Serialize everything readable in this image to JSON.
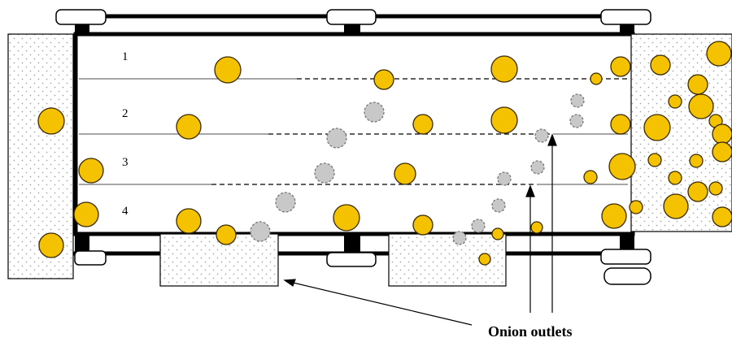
{
  "diagram": {
    "lanes": [
      {
        "label": "1"
      },
      {
        "label": "2"
      },
      {
        "label": "3"
      },
      {
        "label": "4"
      }
    ],
    "annotation": {
      "text": "Onion outlets"
    },
    "colors": {
      "onion_fill": "#F5C200",
      "onion_stroke": "#3a2a00",
      "falling_fill": "#C8C8C8",
      "falling_stroke": "#777777",
      "frame": "#000000",
      "lane_line": "#999999",
      "stipple_bg": "#ffffff",
      "stipple_dot": "#b5b5b5"
    }
  }
}
